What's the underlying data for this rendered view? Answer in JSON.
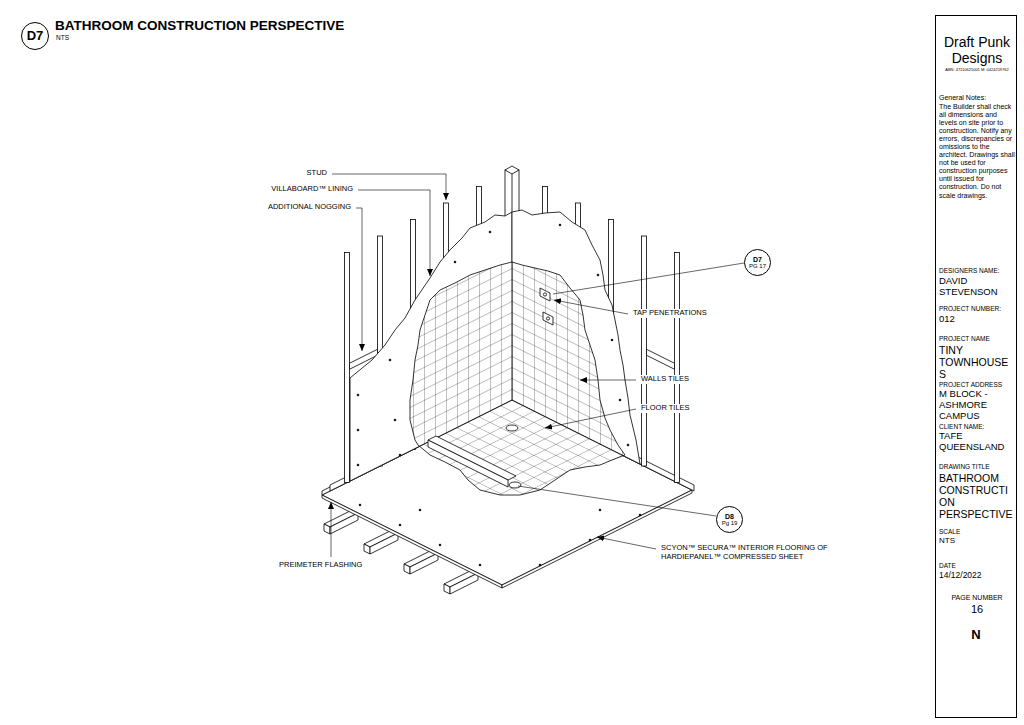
{
  "diagram": {
    "title": "BATHROOM CONSTRUCTION PERSPECTIVE",
    "nodes": [
      {
        "text": [
          "D7"
        ]
      },
      {
        "text": [
          "D7",
          "PG 17"
        ]
      },
      {
        "text": [
          "D8",
          "Pg 19"
        ]
      },
      {
        "text": [
          "Draft Punk Designs",
          "ABN: 47110625001 M: 0424219762",
          "General Notes:",
          "The Builder shall check all dimensions and levels on site prior to construction. Notify any errors, discrepancies or omissions to the architect. Drawings shall not be used for construction purposes until issued for construction. Do not scale drawings.",
          "DESIGNERS NAME:",
          "DAVID STEVENSON",
          "PROJECT NUMBER:",
          "012",
          "PROJECT NAME",
          "TINY TOWNHOUSES",
          "PROJECT ADDRESS",
          "M BLOCK - ASHMORE CAMPUS",
          "CLIENT NAME:",
          "TAFE QUEENSLAND",
          "DRAWING TITLE",
          "BATHROOM CONSTRUCTION PERSPECTIVE",
          "SCALE",
          "NTS",
          "DATE",
          "14/12/2022",
          "PAGE NUMBER",
          "16"
        ]
      }
    ],
    "labels": [
      "NTS",
      "STUD",
      "VILLABOARD™ LINING",
      "ADDITIONAL NOGGING",
      "TAP PENETRATIONS",
      "WALLS TILES",
      "FLOOR TILES",
      "PREIMETER FLASHING",
      "SCYON™ SECURA™ INTERIOR FLOORING OF HARDIEPANEL™ COMPRESSED SHEET",
      "N"
    ]
  }
}
